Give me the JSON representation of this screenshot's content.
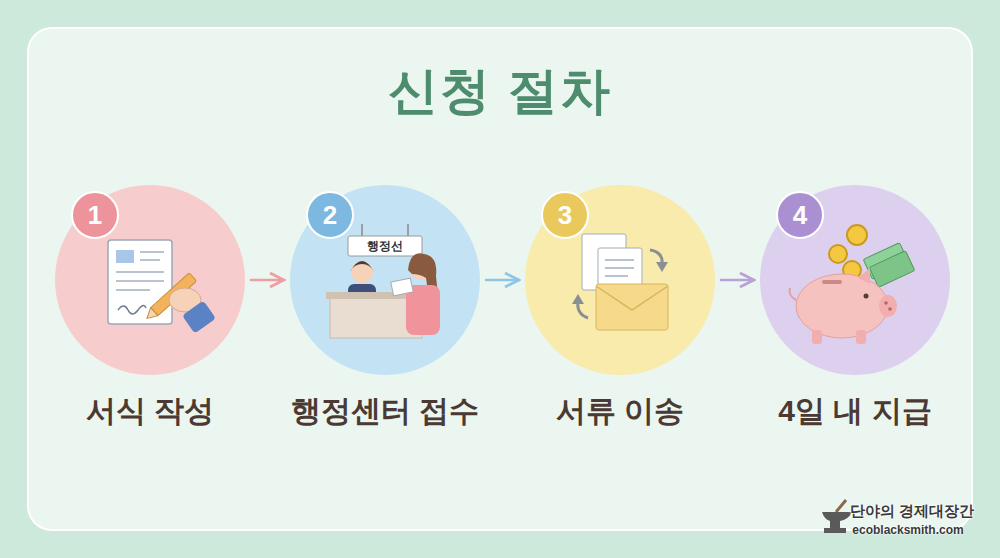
{
  "diagram": {
    "title": "신청 절차",
    "nodes": [
      {
        "text": [
          "1",
          "서식 작성"
        ]
      },
      {
        "text": [
          "2",
          "행정센터 접수"
        ]
      },
      {
        "text": [
          "3",
          "서류 이송"
        ]
      },
      {
        "text": [
          "4",
          "4일 내 지급"
        ]
      }
    ],
    "edges": [
      {
        "from": 0,
        "to": 1,
        "arrow": "to"
      },
      {
        "from": 1,
        "to": 2,
        "arrow": "to"
      },
      {
        "from": 2,
        "to": 3,
        "arrow": "to"
      }
    ],
    "labels": [
      "행정선",
      "단야의 경제대장간",
      "ecoblacksmith.com"
    ]
  }
}
